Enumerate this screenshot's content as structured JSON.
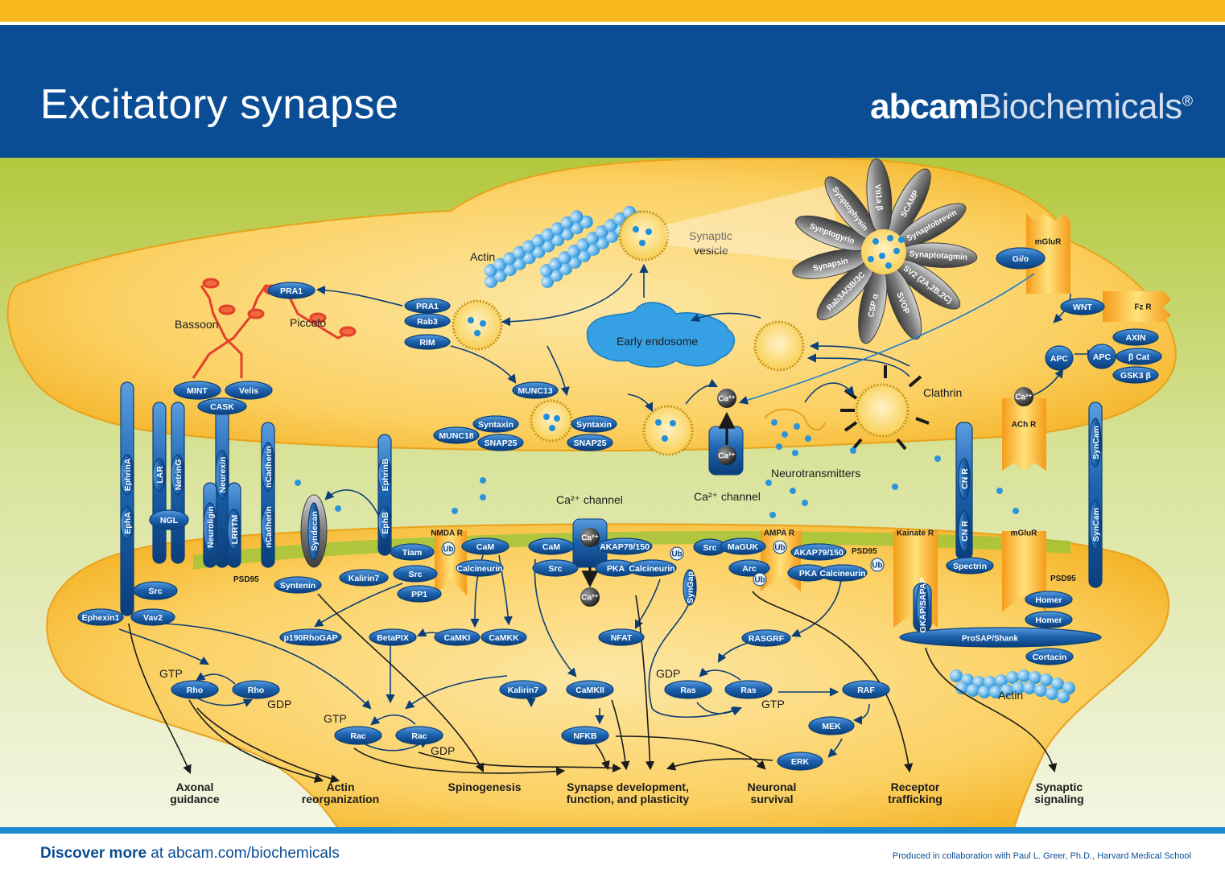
{
  "header": {
    "title": "Excitatory synapse",
    "logo_bold": "abcam",
    "logo_light": "Biochemicals",
    "logo_mark": "®"
  },
  "footer": {
    "discover_bold": "Discover more",
    "discover_rest": " at abcam.com/biochemicals",
    "credit": "Produced in collaboration with Paul L. Greer, Ph.D., Harvard Medical School"
  },
  "colors": {
    "header_blue": "#0a4d94",
    "top_stripe": "#f7b81d",
    "cell": "#f9c340",
    "protein": "#1b5fa8",
    "background_green": "#b6cb43"
  },
  "labels": {
    "actin_top": "Actin",
    "synaptic_vesicle_1": "Synaptic",
    "synaptic_vesicle_2": "vesicle",
    "bassoon": "Bassoon",
    "piccolo": "Piccolo",
    "early_endosome": "Early endosome",
    "clathrin": "Clathrin",
    "ca_channel_pre": "Ca²⁺ channel",
    "ca_channel_post": "Ca²⁺ channel",
    "neurotransmitters": "Neurotransmitters",
    "actin_post": "Actin",
    "psd95_left": "PSD95",
    "psd95_mid": "PSD95",
    "psd95_right": "PSD95",
    "gtp_rho": "GTP",
    "gdp_rho": "GDP",
    "gtp_rac": "GTP",
    "gdp_rac": "GDP",
    "gdp_ras": "GDP",
    "gtp_ras": "GTP",
    "ca": "Ca²⁺",
    "ub": "Ub"
  },
  "flower_petals": [
    "SCAMP",
    "Synaptobrevin",
    "Synaptotagmin",
    "SV2 (2A,2B,2C)",
    "SVOP",
    "CSP α",
    "Rab3A/3B/3C",
    "Synapsin",
    "Synptogyrin",
    "Synptophysin",
    "Vti1a β"
  ],
  "proteins": {
    "pra1a": "PRA1",
    "pra1b": "PRA1",
    "rab3": "Rab3",
    "rim": "RIM",
    "munc13": "MUNC13",
    "munc18": "MUNC18",
    "syntaxin1": "Syntaxin",
    "snap25a": "SNAP25",
    "syntaxin2": "Syntaxin",
    "snap25b": "SNAP25",
    "synaptobrevin1": "Synaptobrevin",
    "synaptobrevin2": "Synaptobrevin",
    "mint": "MINT",
    "velis": "Velis",
    "cask": "CASK",
    "ephrina": "EphrinA",
    "lar": "LAR",
    "netring": "NetrinG",
    "neurexin": "Neurexin",
    "ncadherin1": "nCadherin",
    "epha": "EphA",
    "ngl": "NGL",
    "neuroligin": "Neuroligin",
    "lrrtm": "LRRTM",
    "ncadherin2": "nCadherin",
    "ephrinb": "EphrinB",
    "ephb": "EphB",
    "syndecan": "Syndecan",
    "syntenin": "Syntenin",
    "kalirin7a": "Kalirin7",
    "tiam": "Tiam",
    "src1": "Src",
    "pp1": "PP1",
    "src0": "Src",
    "vav2": "Vav2",
    "ephexin1": "Ephexin1",
    "nmdar": "NMDA R",
    "cam1": "CaM",
    "calcineurin1": "Calcineurin",
    "cam2": "CaM",
    "src2": "Src",
    "akap1": "AKAP79/150",
    "pka1": "PKA",
    "calcineurin2": "Calcineurin",
    "src3": "Src",
    "maguk": "MaGUK",
    "arc": "Arc",
    "syngap": "SynGap",
    "ampar": "AMPA R",
    "akap2": "AKAP79/150",
    "pka2": "PKA",
    "calcineurin3": "Calcineurin",
    "kainater": "Kainate R",
    "cnr1": "CN R",
    "cnr2": "CN R",
    "spectrin": "Spectrin",
    "mglur1": "mGluR",
    "mglur2": "mGluR",
    "gio": "Gi/o",
    "wnt": "WNT",
    "fzr": "Fz R",
    "apc1": "APC",
    "apc2": "APC",
    "axin": "AXIN",
    "bcat": "β Cat",
    "gsk3b": "GSK3 β",
    "achr": "ACh R",
    "syncam1": "SynCam",
    "syncam2": "SynCam",
    "gkap": "GKAP/SAPAP",
    "prosap": "ProSAP/Shank",
    "homer1": "Homer",
    "homer2": "Homer",
    "cortacin": "Cortacin",
    "p190": "p190RhoGAP",
    "betapix": "BetaPIX",
    "camki": "CaMKI",
    "camkk": "CaMKK",
    "nfat": "NFAT",
    "rasgrf": "RASGRF",
    "rho1": "Rho",
    "rho2": "Rho",
    "rac1": "Rac",
    "rac2": "Rac",
    "kalirin7b": "Kalirin7",
    "camkii": "CaMKII",
    "nfkb": "NFKB",
    "ras1": "Ras",
    "ras2": "Ras",
    "raf": "RAF",
    "mek": "MEK",
    "erk": "ERK"
  },
  "outcomes": {
    "axonal_1": "Axonal",
    "axonal_2": "guidance",
    "actin_1": "Actin",
    "actin_2": "reorganization",
    "spinogenesis": "Spinogenesis",
    "synapse_1": "Synapse development,",
    "synapse_2": "function, and plasticity",
    "neuronal_1": "Neuronal",
    "neuronal_2": "survival",
    "receptor_1": "Receptor",
    "receptor_2": "trafficking",
    "synaptic_1": "Synaptic",
    "synaptic_2": "signaling"
  }
}
